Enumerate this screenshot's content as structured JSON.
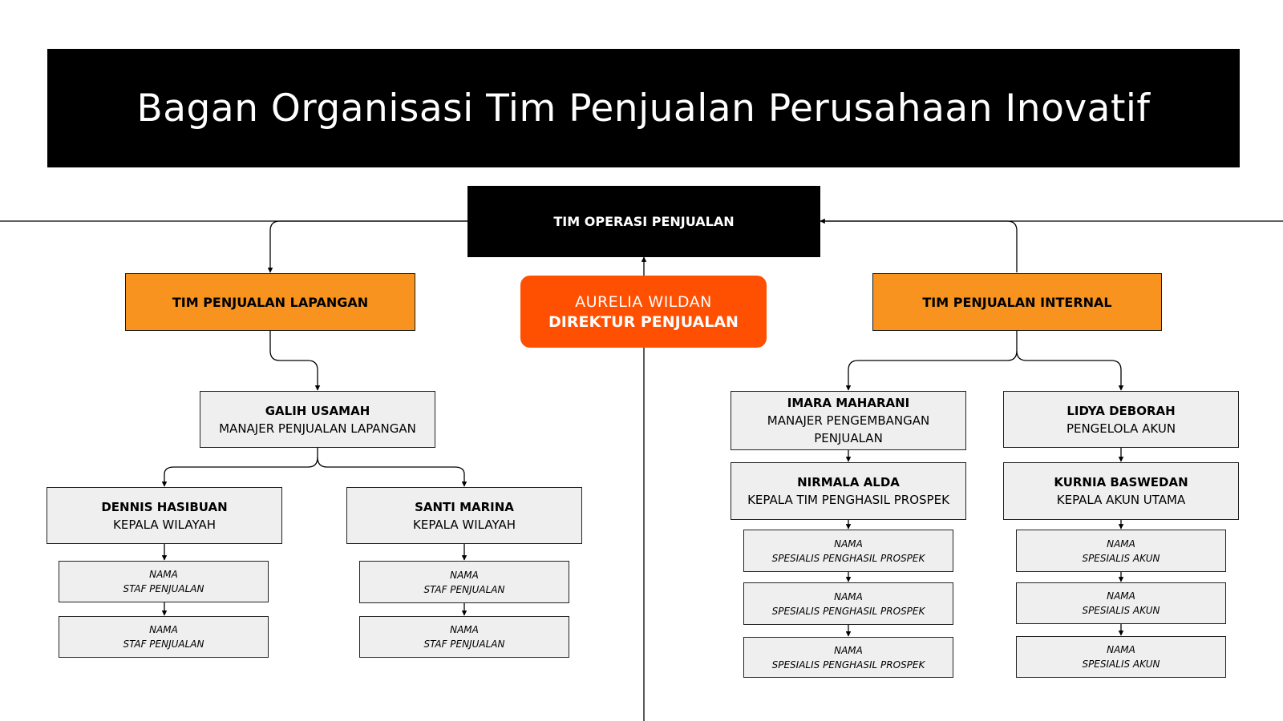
{
  "title": "Bagan Organisasi Tim Penjualan Perusahaan Inovatif",
  "colors": {
    "banner": "#000000",
    "department": "#f7931e",
    "director": "#ff4f00",
    "member": "#efefef"
  },
  "ops": {
    "label": "TIM OPERASI PENJUALAN"
  },
  "director": {
    "name": "AURELIA WILDAN",
    "role": "DIREKTUR PENJUALAN"
  },
  "field": {
    "label": "TIM PENJUALAN LAPANGAN",
    "manager": {
      "name": "GALIH USAMAH",
      "role": "MANAJER PENJUALAN LAPANGAN"
    },
    "heads": [
      {
        "name": "DENNIS HASIBUAN",
        "role": "KEPALA WILAYAH",
        "staff": [
          {
            "name": "NAMA",
            "role": "STAF PENJUALAN"
          },
          {
            "name": "NAMA",
            "role": "STAF PENJUALAN"
          }
        ]
      },
      {
        "name": "SANTI MARINA",
        "role": "KEPALA WILAYAH",
        "staff": [
          {
            "name": "NAMA",
            "role": "STAF PENJUALAN"
          },
          {
            "name": "NAMA",
            "role": "STAF PENJUALAN"
          }
        ]
      }
    ]
  },
  "internal": {
    "label": "TIM PENJUALAN INTERNAL",
    "branches": [
      {
        "manager": {
          "name": "IMARA MAHARANI",
          "role": "MANAJER PENGEMBANGAN PENJUALAN"
        },
        "lead": {
          "name": "NIRMALA ALDA",
          "role": "KEPALA TIM PENGHASIL PROSPEK"
        },
        "staff": [
          {
            "name": "NAMA",
            "role": "SPESIALIS PENGHASIL PROSPEK"
          },
          {
            "name": "NAMA",
            "role": "SPESIALIS PENGHASIL PROSPEK"
          },
          {
            "name": "NAMA",
            "role": "SPESIALIS PENGHASIL PROSPEK"
          }
        ]
      },
      {
        "manager": {
          "name": "LIDYA DEBORAH",
          "role": "PENGELOLA AKUN"
        },
        "lead": {
          "name": "KURNIA BASWEDAN",
          "role": "KEPALA AKUN UTAMA"
        },
        "staff": [
          {
            "name": "NAMA",
            "role": "SPESIALIS AKUN"
          },
          {
            "name": "NAMA",
            "role": "SPESIALIS AKUN"
          },
          {
            "name": "NAMA",
            "role": "SPESIALIS AKUN"
          }
        ]
      }
    ]
  }
}
